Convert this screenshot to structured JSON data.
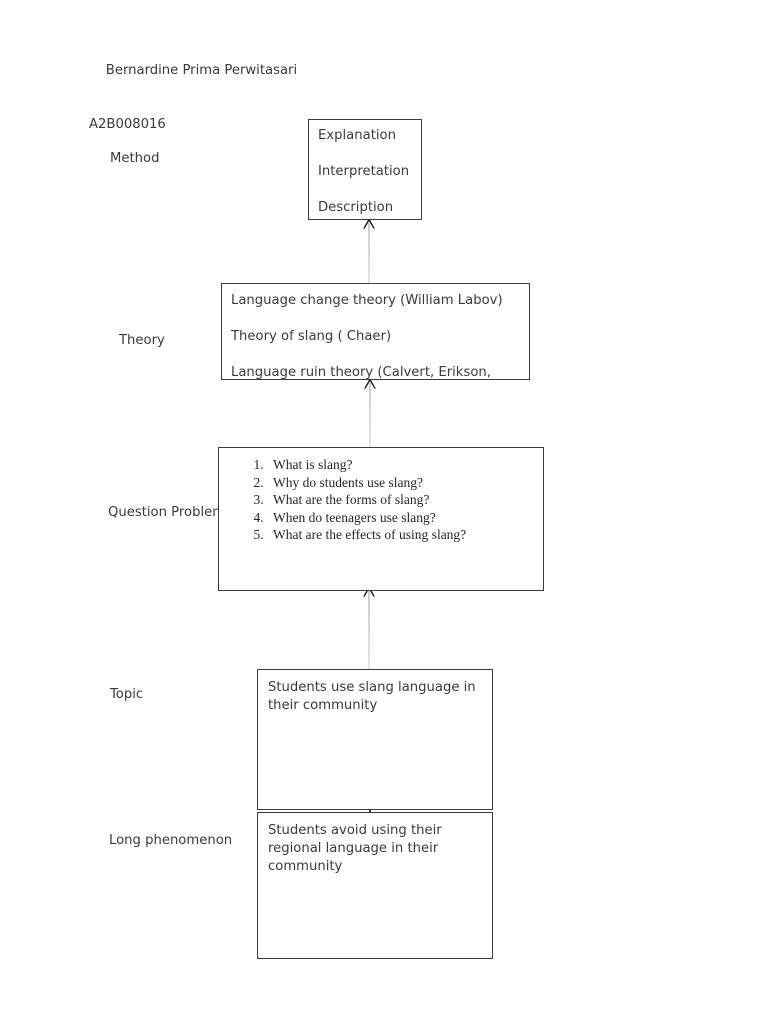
{
  "document": {
    "header": {
      "author_name": "Bernardine Prima Perwitasari",
      "student_id": "A2B008016"
    }
  },
  "labels": {
    "method": "Method",
    "theory": "Theory",
    "question_problem": "Question Problem",
    "topic": "Topic",
    "long_phenomenon": "Long phenomenon"
  },
  "nodes": {
    "method": {
      "lines": [
        "Explanation",
        "Interpretation",
        "Description"
      ]
    },
    "theory": {
      "lines": [
        "Language change theory (William Labov)",
        "Theory of slang ( Chaer)",
        "Language ruin theory (Calvert, Erikson, Ulular)"
      ]
    },
    "question_problem": {
      "items": [
        "What is slang?",
        "Why do students use slang?",
        "What are the forms of slang?",
        "When do teenagers use slang?",
        "What are the effects of using slang?"
      ]
    },
    "topic": {
      "text": "Students use slang language in their community"
    },
    "long_phenomenon": {
      "text": "Students avoid using their regional language in their community"
    }
  },
  "connectors": {
    "theory_to_method": "arrow-up",
    "question_to_theory": "arrow-up",
    "topic_to_question": "arrow-up",
    "phenomenon_to_topic": "connector-stub"
  },
  "colors": {
    "page_background": "#ffffff",
    "text": "#3a3a3a",
    "box_border": "#3b3b3b",
    "connector_line": "#9a9a9a",
    "arrow_head": "#1c1c1c"
  }
}
